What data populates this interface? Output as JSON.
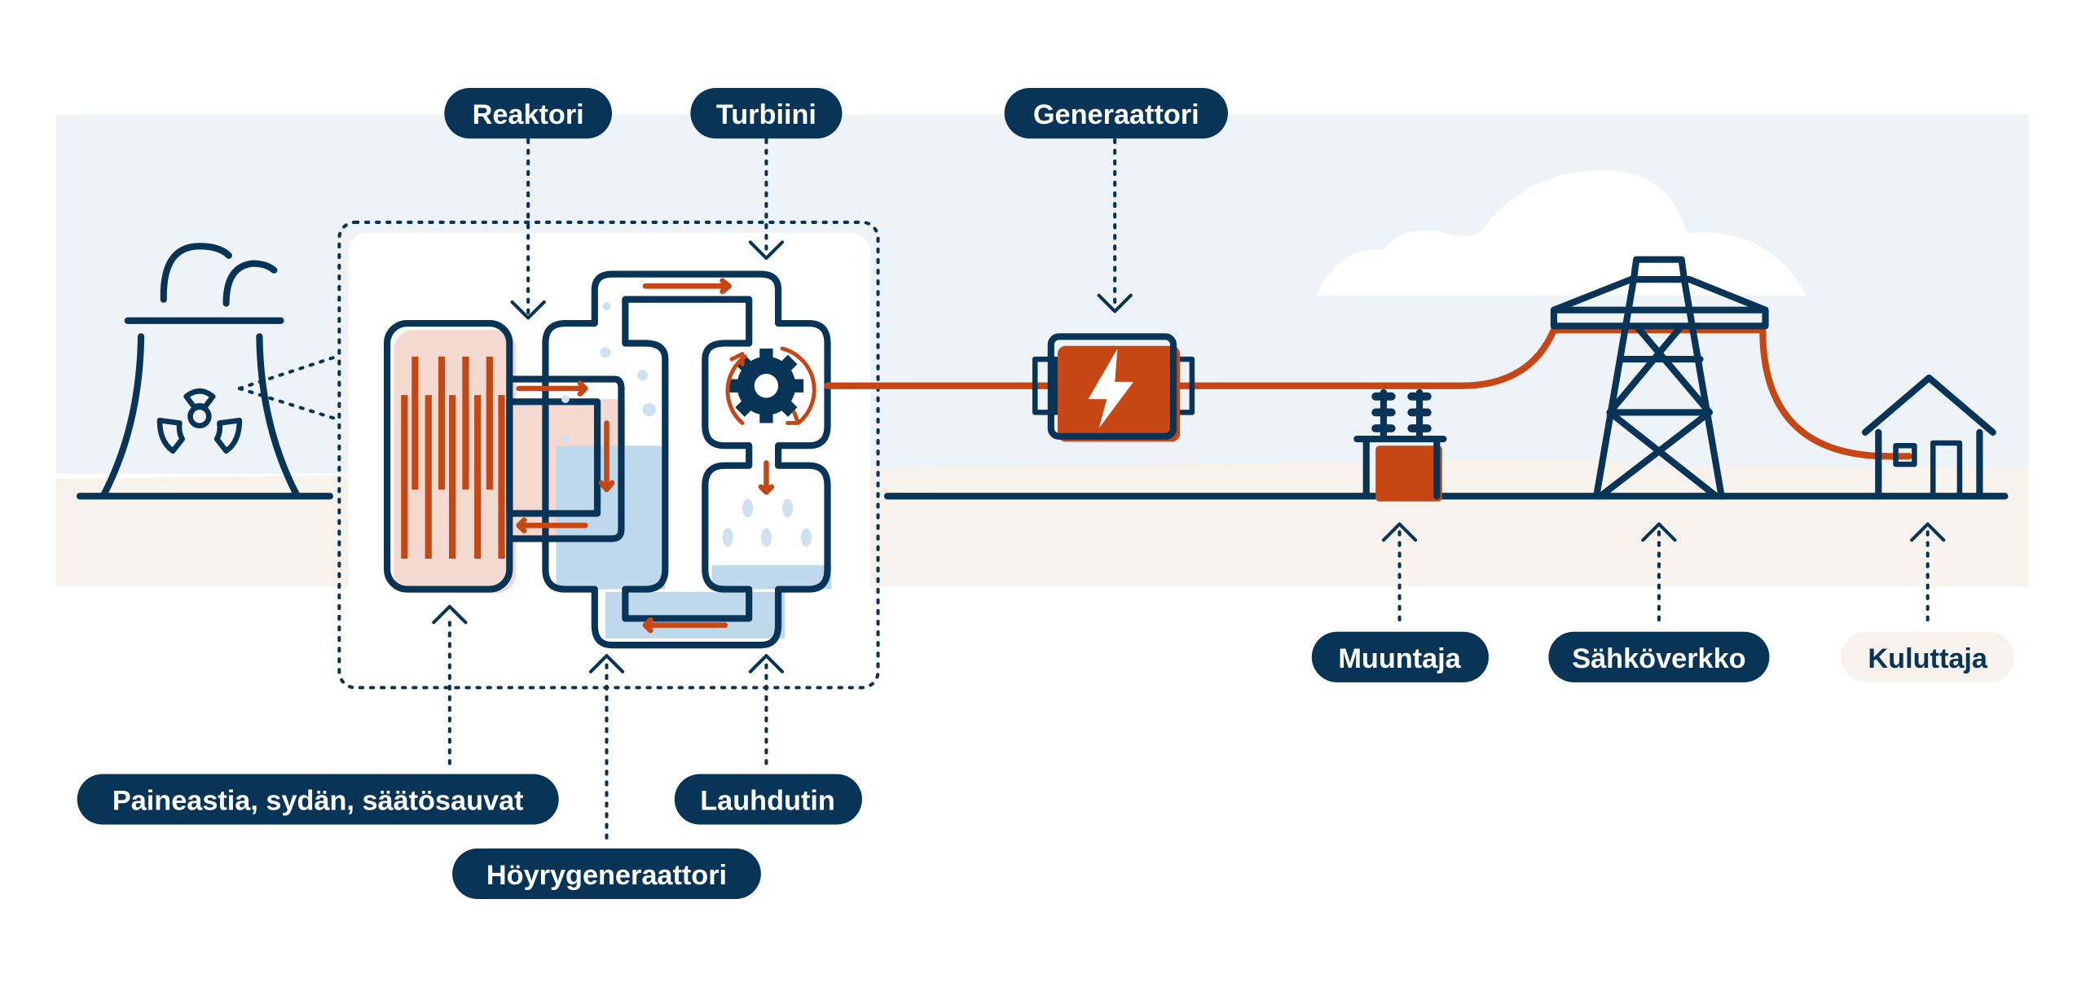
{
  "colors": {
    "navy": "#073457",
    "orange": "#c64614",
    "sky": "#eef3f8",
    "ground": "#f7f2ec",
    "pink": "#f4d9d0",
    "water": "#bed8ec"
  },
  "labels": {
    "reactor": "Reaktori",
    "turbine": "Turbiini",
    "generator": "Generaattori",
    "transformer": "Muuntaja",
    "grid": "Sähköverkko",
    "consumer": "Kuluttaja",
    "vessel": "Paineastia, sydän, säätösauvat",
    "condenser": "Lauhdutin",
    "steam_generator": "Höyrygeneraattori"
  },
  "icons": [
    "cooling-tower-icon",
    "radiation-icon",
    "gear-icon",
    "lightning-icon",
    "transformer-icon",
    "pylon-icon",
    "house-icon"
  ]
}
